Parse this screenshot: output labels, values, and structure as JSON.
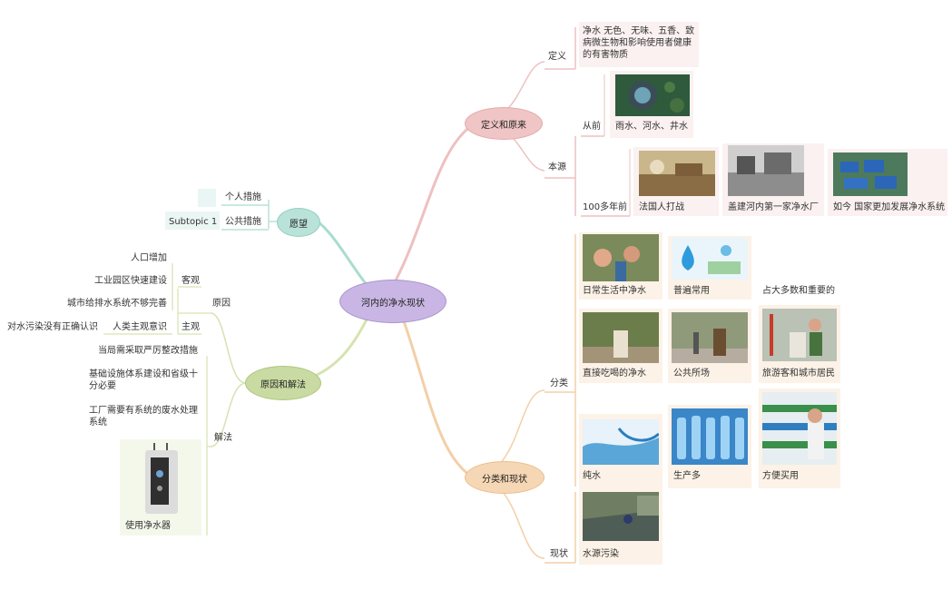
{
  "colors": {
    "center": "#c9b6e4",
    "pink": "#f0c5c5",
    "orange": "#f6d7b5",
    "green": "#c9dba2",
    "teal": "#b9e2d9",
    "pinkLine": "#eec0c0",
    "orangeLine": "#f3cfa8",
    "greenLine": "#d5e3b0",
    "tealLine": "#a9dccf",
    "tealBg": "#eaf6f3",
    "pinkBg": "#fbf1f1",
    "orangeBg": "#fcf2e7",
    "greenBg": "#f4f8ea"
  },
  "center": {
    "label": "河内的净水现状"
  },
  "branches": {
    "definition": {
      "label": "定义和原来",
      "def_label": "定义",
      "def_text": "净水 无色、无味、五香、致病微生物和影响使用者健康的有害物质",
      "before_label": "从前",
      "before_text": "雨水、河水、井水",
      "origin_label": "本源",
      "century_label": "100多年前",
      "french_label": "法国人打战",
      "plant_label": "盖建河内第一家净水厂",
      "now_label": "如今 国家更加发展净水系统"
    },
    "wish": {
      "label": "愿望",
      "personal": "个人措施",
      "public": "公共措施",
      "subtopic": "Subtopic 1"
    },
    "reasons": {
      "label": "原因和解法",
      "cause_label": "原因",
      "objective_label": "客观",
      "population": "人口增加",
      "industrial": "工业园区快速建设",
      "drainage": "城市给排水系统不够完善",
      "subjective_label": "主观",
      "human": "人类主观意识",
      "awareness": "对水污染没有正确认识",
      "solution_label": "解法",
      "strict": "当局需采取严厉整改措施",
      "infra": "基础设施体系建设和省级十分必要",
      "factory": "工厂需要有系统的废水处理系统",
      "purifier": "使用净水器"
    },
    "classification": {
      "label": "分类和现状",
      "class_label": "分类",
      "daily": "日常生活中净水",
      "common": "普遍常用",
      "majority": "占大多数和重要的",
      "drink": "直接吃喝的净水",
      "public_place": "公共所场",
      "tourists": "旅游客和城市居民",
      "pure": "纯水",
      "produce": "生产多",
      "buy": "方便买用",
      "status_label": "现状",
      "pollution": "水源污染"
    }
  }
}
